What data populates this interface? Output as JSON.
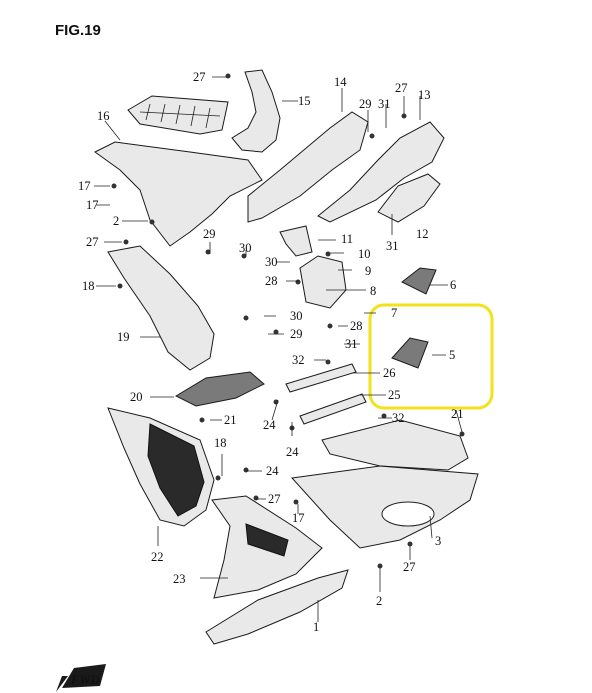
{
  "figure": {
    "title": "FIG.19"
  },
  "highlight": {
    "color": "#f2e21c"
  },
  "callouts": [
    {
      "id": "c27a",
      "label": "27"
    },
    {
      "id": "c15",
      "label": "15"
    },
    {
      "id": "c14",
      "label": "14"
    },
    {
      "id": "c29a",
      "label": "29"
    },
    {
      "id": "c27b",
      "label": "27"
    },
    {
      "id": "c31a",
      "label": "31"
    },
    {
      "id": "c13",
      "label": "13"
    },
    {
      "id": "c16",
      "label": "16"
    },
    {
      "id": "c17a",
      "label": "17"
    },
    {
      "id": "c17b",
      "label": "17"
    },
    {
      "id": "c2a",
      "label": "2"
    },
    {
      "id": "c27c",
      "label": "27"
    },
    {
      "id": "c29b",
      "label": "29"
    },
    {
      "id": "c30a",
      "label": "30"
    },
    {
      "id": "c11",
      "label": "11"
    },
    {
      "id": "c10",
      "label": "10"
    },
    {
      "id": "c30b",
      "label": "30"
    },
    {
      "id": "c9",
      "label": "9"
    },
    {
      "id": "c28a",
      "label": "28"
    },
    {
      "id": "c8",
      "label": "8"
    },
    {
      "id": "c31b",
      "label": "31"
    },
    {
      "id": "c12",
      "label": "12"
    },
    {
      "id": "c6",
      "label": "6"
    },
    {
      "id": "c18a",
      "label": "18"
    },
    {
      "id": "c7",
      "label": "7"
    },
    {
      "id": "c30c",
      "label": "30"
    },
    {
      "id": "c28b",
      "label": "28"
    },
    {
      "id": "c19",
      "label": "19"
    },
    {
      "id": "c29c",
      "label": "29"
    },
    {
      "id": "c31c",
      "label": "31"
    },
    {
      "id": "c5",
      "label": "5"
    },
    {
      "id": "c32a",
      "label": "32"
    },
    {
      "id": "c26",
      "label": "26"
    },
    {
      "id": "c25",
      "label": "25"
    },
    {
      "id": "c20",
      "label": "20"
    },
    {
      "id": "c21a",
      "label": "21"
    },
    {
      "id": "c24a",
      "label": "24"
    },
    {
      "id": "c32b",
      "label": "32"
    },
    {
      "id": "c21b",
      "label": "21"
    },
    {
      "id": "c24b",
      "label": "24"
    },
    {
      "id": "c18b",
      "label": "18"
    },
    {
      "id": "c24c",
      "label": "24"
    },
    {
      "id": "c27d",
      "label": "27"
    },
    {
      "id": "c17c",
      "label": "17"
    },
    {
      "id": "c3",
      "label": "3"
    },
    {
      "id": "c22",
      "label": "22"
    },
    {
      "id": "c27e",
      "label": "27"
    },
    {
      "id": "c23",
      "label": "23"
    },
    {
      "id": "c2b",
      "label": "2"
    },
    {
      "id": "c1",
      "label": "1"
    }
  ],
  "direction_badge": {
    "label": "FWD"
  }
}
